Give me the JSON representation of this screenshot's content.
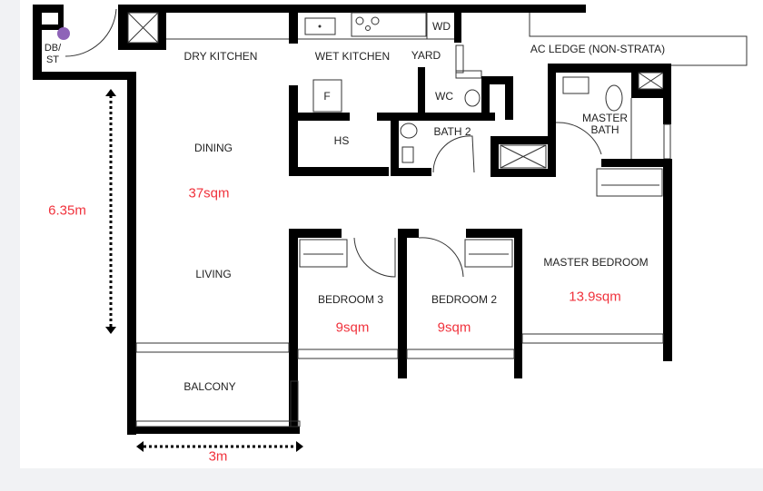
{
  "rooms": {
    "db_st": "DB/ ST",
    "dry_kitchen": "DRY KITCHEN",
    "wet_kitchen": "WET KITCHEN",
    "wd": "WD",
    "yard": "YARD",
    "ac_ledge": "AC LEDGE (NON-STRATA)",
    "fridge": "F",
    "hs": "HS",
    "wc": "WC",
    "bath2": "BATH 2",
    "master_bath": "MASTER BATH",
    "dining": "DINING",
    "living": "LIVING",
    "bedroom3": "BEDROOM 3",
    "bedroom2": "BEDROOM 2",
    "master_bedroom": "MASTER BEDROOM",
    "balcony": "BALCONY"
  },
  "areas": {
    "dining_living": "37sqm",
    "bedroom3": "9sqm",
    "bedroom2": "9sqm",
    "master_bedroom": "13.9sqm"
  },
  "dimensions": {
    "depth": "6.35m",
    "width": "3m"
  },
  "colors": {
    "annotation": "#f0323c",
    "marker": "#8e63b8",
    "wall": "#000000"
  }
}
